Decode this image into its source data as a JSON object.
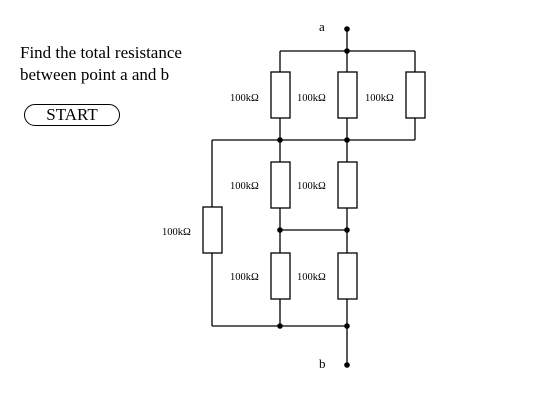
{
  "question": {
    "line1": "Find the total resistance",
    "line2": "between point a and b"
  },
  "start_button": {
    "label": "START"
  },
  "circuit": {
    "terminal_a": "a",
    "terminal_b": "b",
    "resistor_label": "100kΩ",
    "resistor_count": 8
  },
  "colors": {
    "line": "#000000",
    "background": "#ffffff"
  }
}
